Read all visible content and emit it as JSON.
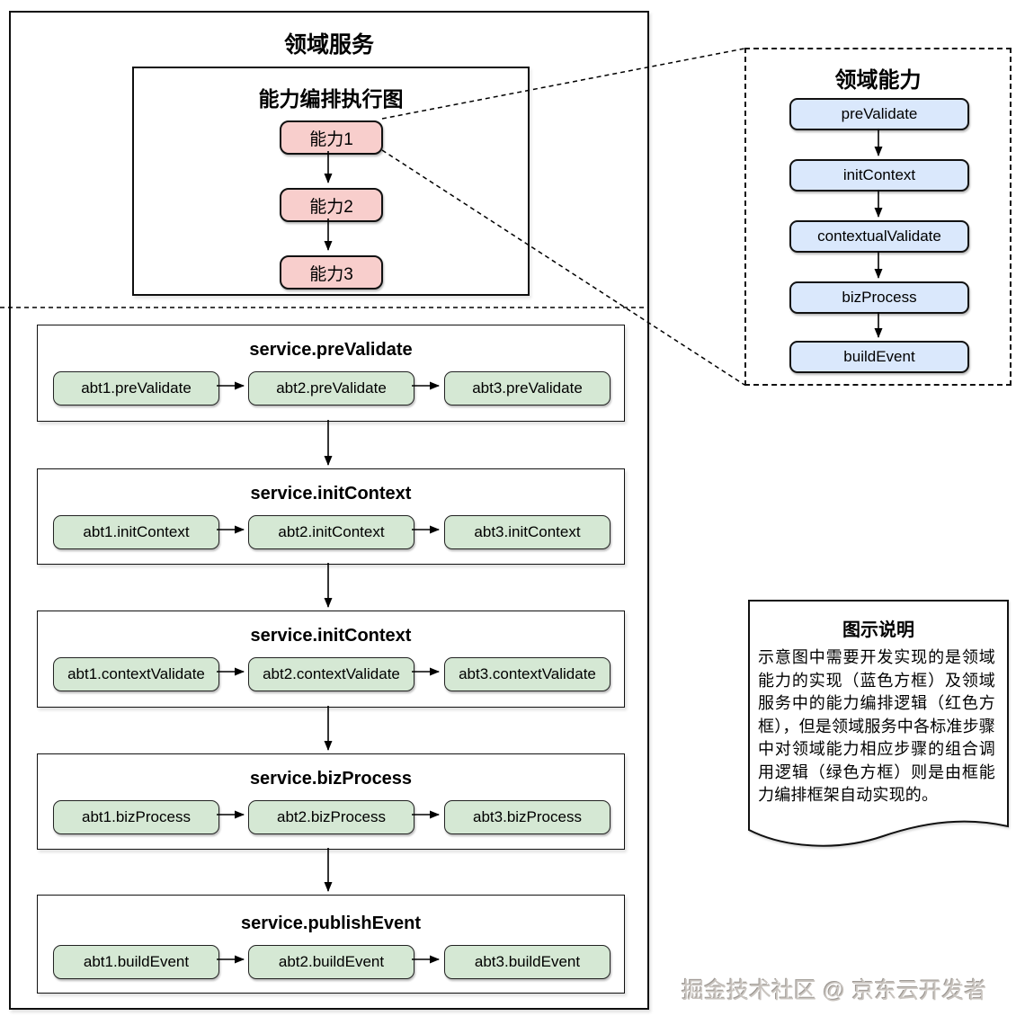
{
  "domain_service": {
    "title": "领域服务",
    "orchestration": {
      "title": "能力编排执行图",
      "nodes": [
        "能力1",
        "能力2",
        "能力3"
      ]
    },
    "sections": [
      {
        "title": "service.preValidate",
        "steps": [
          "abt1.preValidate",
          "abt2.preValidate",
          "abt3.preValidate"
        ]
      },
      {
        "title": "service.initContext",
        "steps": [
          "abt1.initContext",
          "abt2.initContext",
          "abt3.initContext"
        ]
      },
      {
        "title": "service.initContext",
        "steps": [
          "abt1.contextValidate",
          "abt2.contextValidate",
          "abt3.contextValidate"
        ]
      },
      {
        "title": "service.bizProcess",
        "steps": [
          "abt1.bizProcess",
          "abt2.bizProcess",
          "abt3.bizProcess"
        ]
      },
      {
        "title": "service.publishEvent",
        "steps": [
          "abt1.buildEvent",
          "abt2.buildEvent",
          "abt3.buildEvent"
        ]
      }
    ]
  },
  "domain_capability": {
    "title": "领域能力",
    "nodes": [
      "preValidate",
      "initContext",
      "contextualValidate",
      "bizProcess",
      "buildEvent"
    ]
  },
  "legend": {
    "title": "图示说明",
    "body": "示意图中需要开发实现的是领域能力的实现（蓝色方框）及领域服务中的能力编排逻辑（红色方框），但是领域服务中各标准步骤中对领域能力相应步骤的组合调用逻辑（绿色方框）则是由框能力编排框架自动实现的。"
  },
  "watermark": "掘金技术社区 @ 京东云开发者",
  "colors": {
    "red_fill": "#f8cecc",
    "blue_fill": "#dae8fc",
    "green_fill": "#d5e8d4",
    "line": "#000000"
  }
}
